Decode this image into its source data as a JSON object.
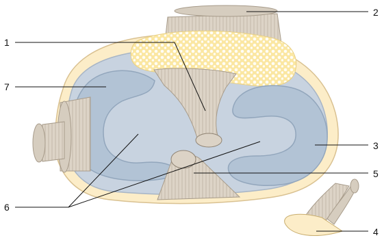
{
  "figure": {
    "labels": [
      "1",
      "2",
      "3",
      "4",
      "5",
      "6",
      "7"
    ]
  },
  "colors": {
    "capsule_fill": "#fcedc8",
    "capsule_stroke": "#d9c191",
    "plateau_fill": "#c8d3e0",
    "plateau_stroke": "#a7b5c6",
    "meniscus_fill": "#b2c3d5",
    "meniscus_light": "#dfe7f0",
    "ligament_fill": "#dcd3c6",
    "ligament_stroke": "#a79b8a",
    "fat_pad_fill": "#fbe7a2",
    "fat_pad_dots": "#ffffff",
    "tendon_fill": "#e6ddd0"
  }
}
